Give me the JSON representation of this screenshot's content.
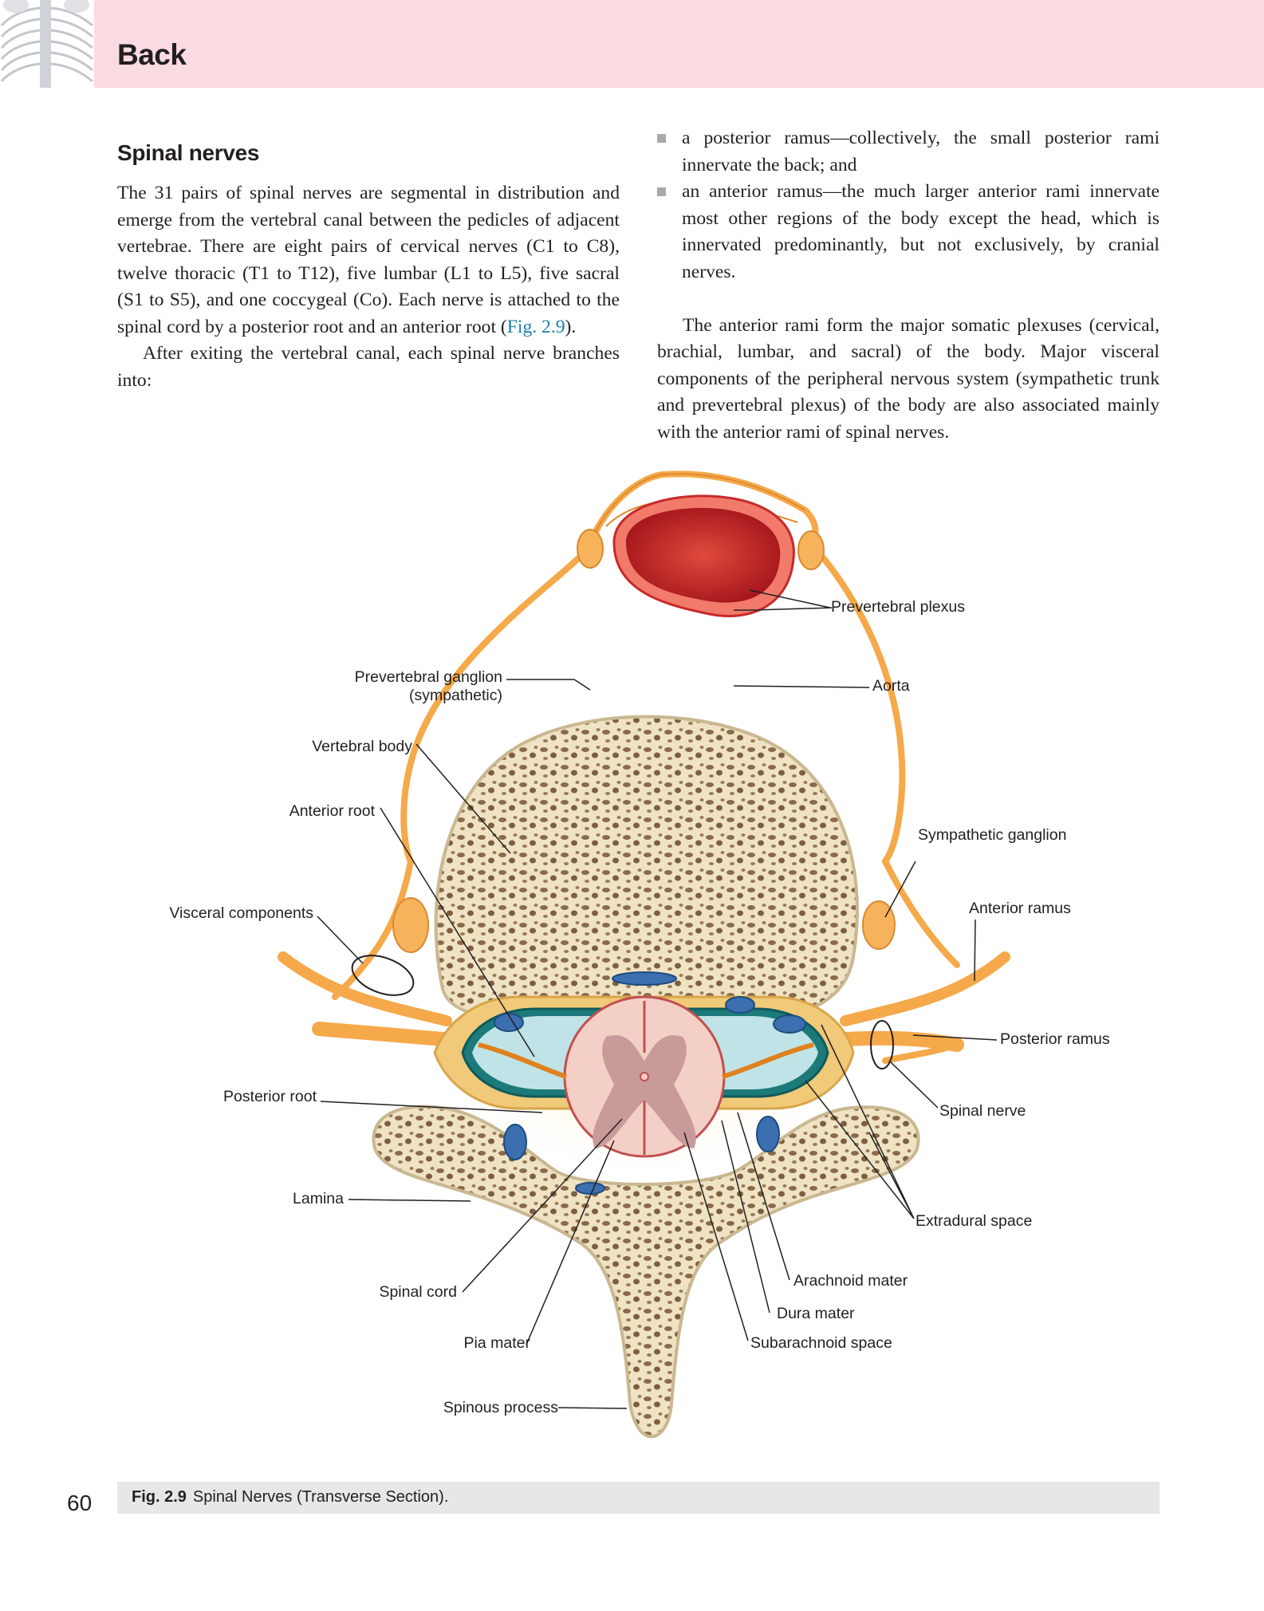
{
  "header": {
    "chapter_title": "Back",
    "thumbnail_icon": "spine-skeleton-icon",
    "band_color": "#fadbe1"
  },
  "section": {
    "heading": "Spinal nerves",
    "left_col": {
      "p1_text": "The 31 pairs of spinal nerves are segmental in distribution and emerge from the vertebral canal between the pedicles of adjacent vertebrae. There are eight pairs of cervical nerves (C1 to C8), twelve thoracic (T1 to T12), five lumbar (L1 to L5), five sacral (S1 to S5), and one coccygeal (Co). Each nerve is attached to the spinal cord by a posterior root and an anterior root (",
      "p1_link": "Fig. 2.9",
      "p1_end": ").",
      "p2_text": "After exiting the vertebral canal, each spinal nerve branches into:"
    },
    "right_col": {
      "bullets": [
        "a posterior ramus—collectively, the small posterior rami innervate the back; and",
        "an anterior ramus—the much larger anterior rami innervate most other regions of the body except the head, which is innervated predominantly, but not exclusively, by cranial nerves."
      ],
      "p3_text": "The anterior rami form the major somatic plexuses (cervical, brachial, lumbar, and sacral) of the body. Major visceral components of the peripheral nervous system (sympathetic trunk and prevertebral plexus) of the body are also associated mainly with the anterior rami of spinal nerves."
    }
  },
  "figure": {
    "labels": {
      "prevertebral_plexus": "Prevertebral plexus",
      "prevertebral_ganglion_1": "Prevertebral ganglion",
      "prevertebral_ganglion_2": "(sympathetic)",
      "aorta": "Aorta",
      "vertebral_body": "Vertebral body",
      "anterior_root": "Anterior root",
      "sympathetic_ganglion": "Sympathetic ganglion",
      "visceral_components": "Visceral components",
      "anterior_ramus": "Anterior ramus",
      "posterior_ramus": "Posterior ramus",
      "posterior_root": "Posterior root",
      "spinal_nerve": "Spinal nerve",
      "lamina": "Lamina",
      "extradural_space": "Extradural space",
      "arachnoid_mater": "Arachnoid mater",
      "spinal_cord": "Spinal cord",
      "dura_mater": "Dura mater",
      "pia_mater": "Pia mater",
      "subarachnoid_space": "Subarachnoid space",
      "spinous_process": "Spinous process"
    },
    "colors": {
      "bone": "#efe3c4",
      "nerve": "#f5a94a",
      "aorta": "#c62a2a",
      "csf": "#bfe3e6",
      "vein": "#3c6fb0",
      "cord": "#f4cfc6",
      "grey_matter": "#c89a9a"
    }
  },
  "caption": {
    "fig_number": "Fig. 2.9",
    "text": "Spinal Nerves (Transverse Section)."
  },
  "page_number": "60"
}
